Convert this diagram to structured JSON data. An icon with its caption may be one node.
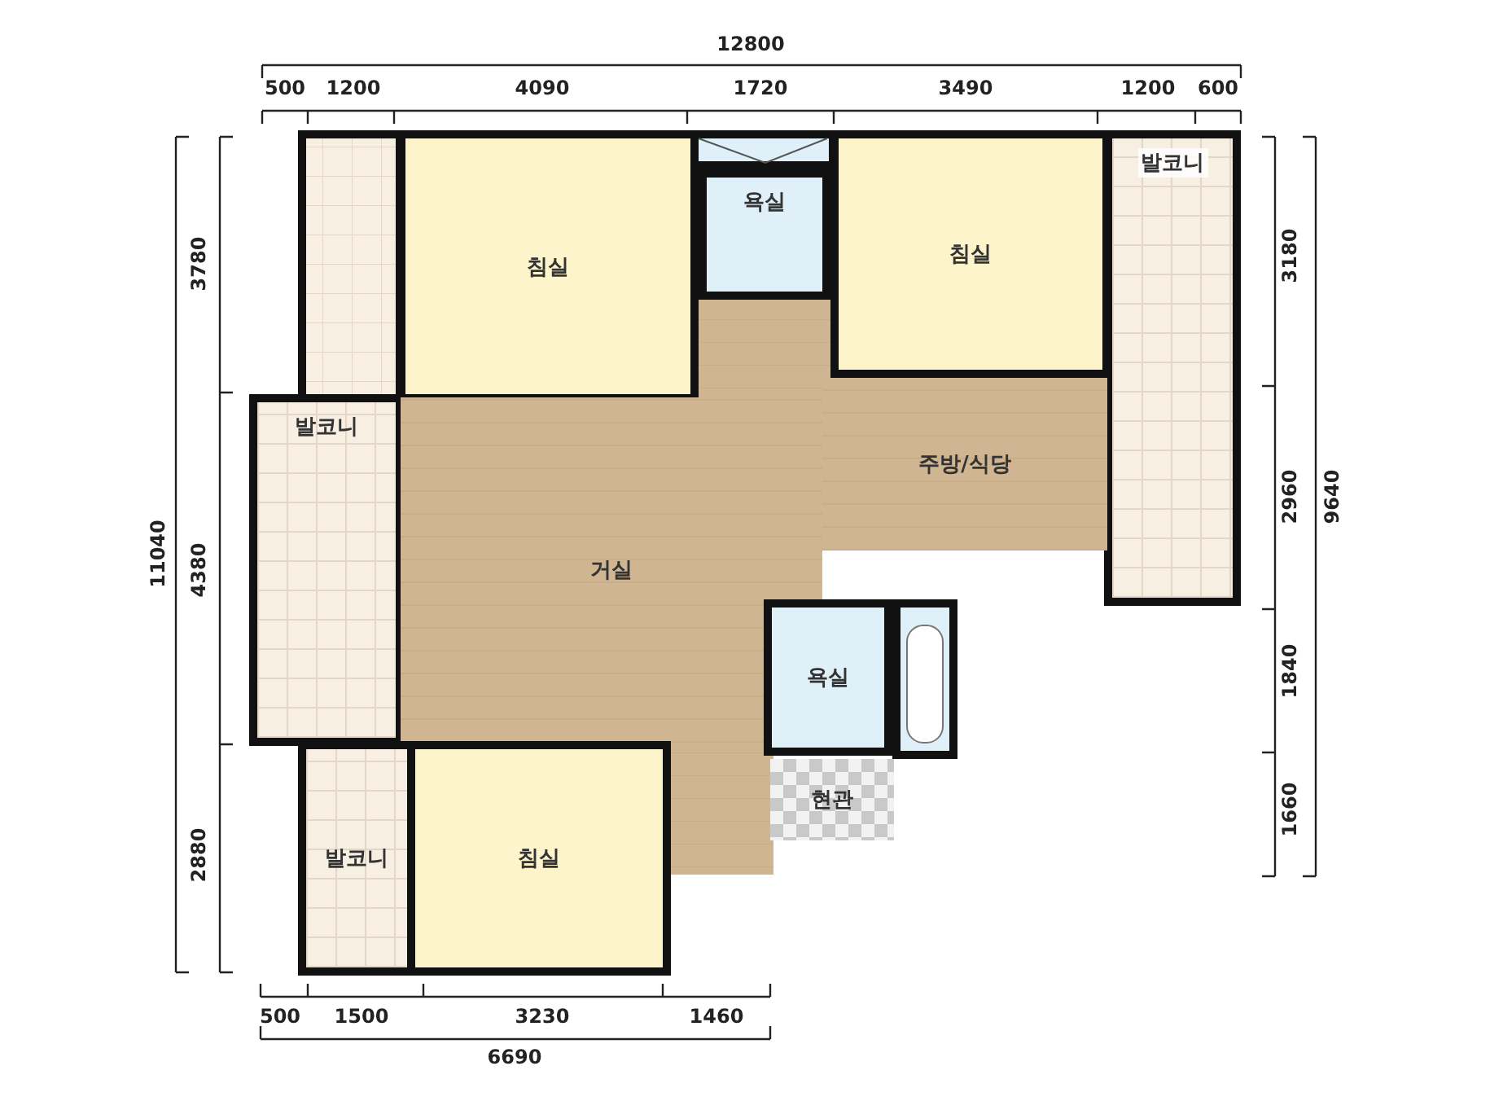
{
  "diagram": {
    "nodes": [
      {
        "text": [
          "침실"
        ]
      },
      {
        "text": [
          "욕실"
        ]
      },
      {
        "text": [
          "침실"
        ]
      },
      {
        "text": [
          "발코니"
        ]
      },
      {
        "text": [
          "발코니"
        ]
      },
      {
        "text": [
          "주방/식당"
        ]
      },
      {
        "text": [
          "거실"
        ]
      },
      {
        "text": [
          "욕실"
        ]
      },
      {
        "text": [
          "현관"
        ]
      },
      {
        "text": [
          "발코니"
        ]
      },
      {
        "text": [
          "침실"
        ]
      }
    ],
    "labels": [
      "12800",
      "500",
      "1200",
      "4090",
      "1720",
      "3490",
      "1200",
      "600",
      "11040",
      "3780",
      "4380",
      "2880",
      "3180",
      "2960",
      "9640",
      "1840",
      "1660",
      "500",
      "1500",
      "3230",
      "1460",
      "6690"
    ]
  }
}
